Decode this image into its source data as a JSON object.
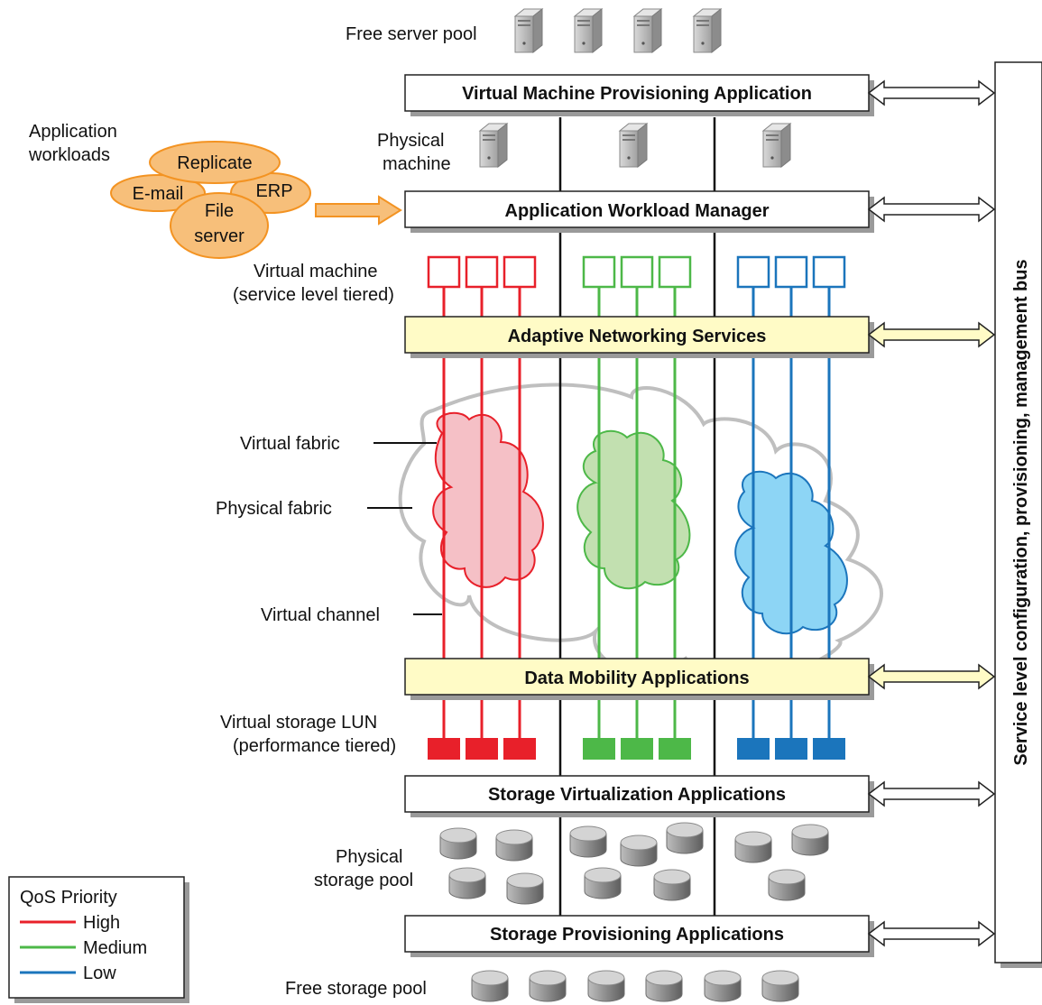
{
  "labels": {
    "free_server_pool": "Free server pool",
    "application_workloads": [
      "Application",
      "workloads"
    ],
    "physical_machine": [
      "Physical",
      "machine"
    ],
    "virtual_machine": [
      "Virtual machine",
      "(service level tiered)"
    ],
    "virtual_fabric": "Virtual fabric",
    "physical_fabric": "Physical fabric",
    "virtual_channel": "Virtual channel",
    "virtual_storage_lun": [
      "Virtual storage LUN",
      "(performance tiered)"
    ],
    "physical_storage_pool": [
      "Physical",
      "storage pool"
    ],
    "free_storage_pool": "Free storage pool",
    "management_bus": "Service level configuration, provisioning, management bus"
  },
  "workloads": [
    "Replicate",
    "E-mail",
    "ERP",
    "File",
    "server"
  ],
  "layers": {
    "vm_provisioning": "Virtual Machine Provisioning Application",
    "workload_manager": "Application Workload Manager",
    "adaptive_networking": "Adaptive Networking Services",
    "data_mobility": "Data Mobility Applications",
    "storage_virtualization": "Storage Virtualization Applications",
    "storage_provisioning": "Storage Provisioning Applications"
  },
  "legend": {
    "title": "QoS Priority",
    "items": [
      {
        "label": "High",
        "color": "#e8202a"
      },
      {
        "label": "Medium",
        "color": "#4db848"
      },
      {
        "label": "Low",
        "color": "#1b75bc"
      }
    ]
  },
  "colors": {
    "high": "#e8202a",
    "medium": "#4db848",
    "low": "#1b75bc",
    "highlight_box": "#fffbc6",
    "workload_fill": "#f7bf7a",
    "workload_stroke": "#f39322"
  }
}
